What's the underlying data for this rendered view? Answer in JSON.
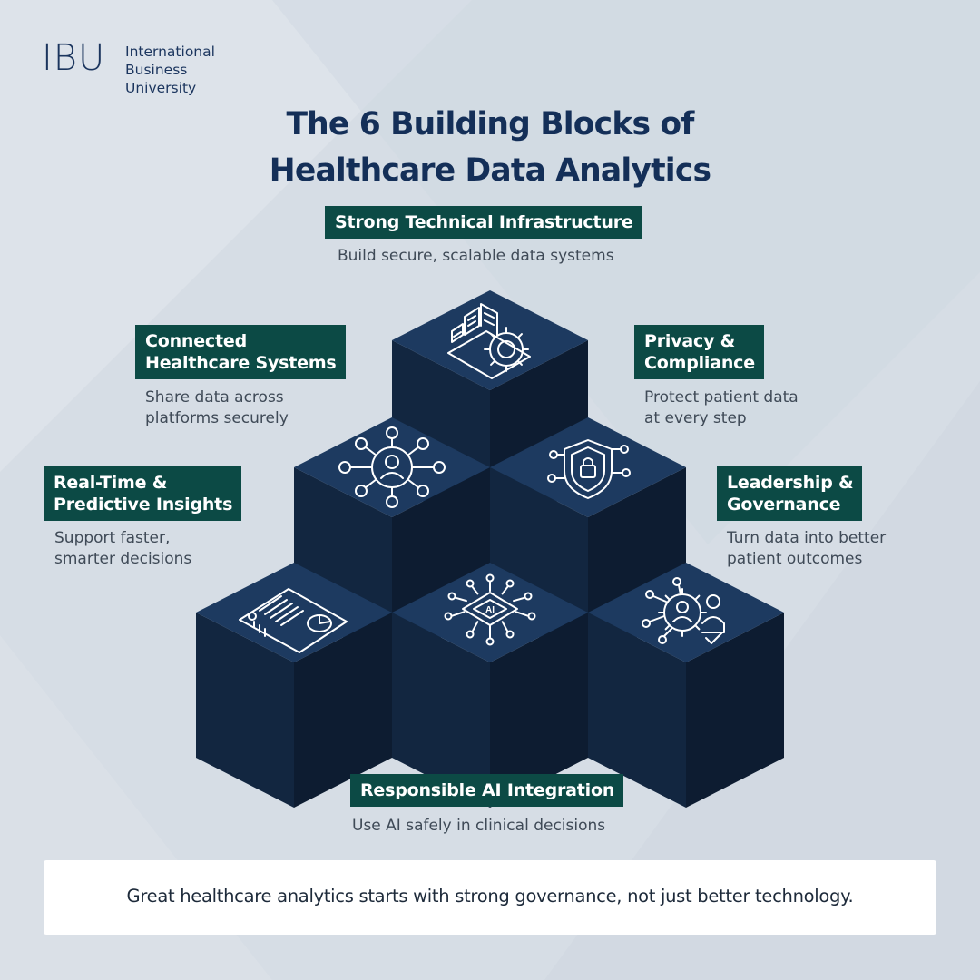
{
  "logo": {
    "mark": "IBU",
    "lines": [
      "International",
      "Business",
      "University"
    ]
  },
  "title": [
    "The 6 Building Blocks of",
    "Healthcare Data Analytics"
  ],
  "blocks": [
    {
      "title": [
        "Strong Technical Infrastructure"
      ],
      "desc": [
        "Build secure, scalable data systems"
      ],
      "icon": "infrastructure-gear-icon"
    },
    {
      "title": [
        "Connected",
        "Healthcare Systems"
      ],
      "desc": [
        "Share data across",
        "platforms securely"
      ],
      "icon": "network-user-icon"
    },
    {
      "title": [
        "Privacy &",
        "Compliance"
      ],
      "desc": [
        "Protect patient data",
        "at every step"
      ],
      "icon": "shield-lock-icon"
    },
    {
      "title": [
        "Real-Time &",
        "Predictive Insights"
      ],
      "desc": [
        "Support faster,",
        "smarter decisions"
      ],
      "icon": "dashboard-chart-icon"
    },
    {
      "title": [
        "Leadership &",
        "Governance"
      ],
      "desc": [
        "Turn data into better",
        "patient outcomes"
      ],
      "icon": "leader-gear-icon"
    },
    {
      "title": [
        "Responsible AI Integration"
      ],
      "desc": [
        "Use AI safely in clinical decisions"
      ],
      "icon": "ai-chip-icon"
    }
  ],
  "icon_label_ai": "AI",
  "footer": "Great healthcare analytics starts with strong governance, not just better technology.",
  "colors": {
    "background": "#d6dde5",
    "cube_top": "#1d3a60",
    "cube_left": "#122640",
    "cube_right": "#0d1c31",
    "label_bg": "#0c4a45",
    "title_text": "#142f58"
  }
}
